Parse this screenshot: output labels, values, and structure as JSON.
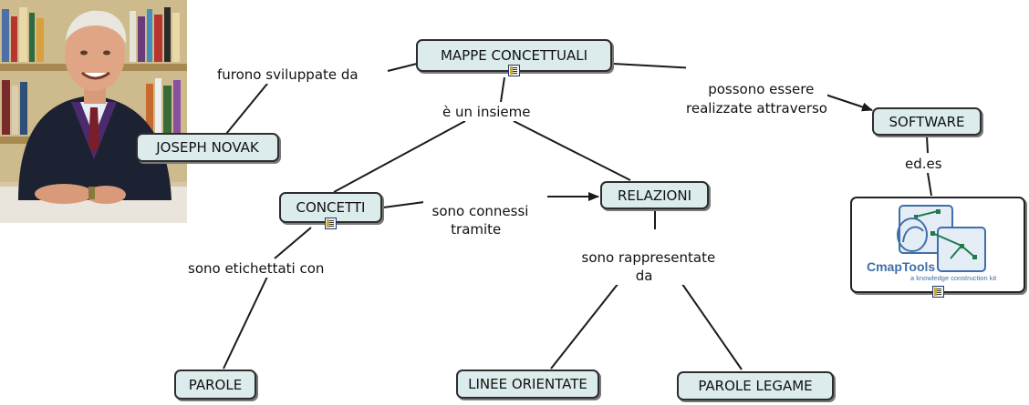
{
  "concepts": {
    "mappe": "MAPPE CONCETTUALI",
    "novak": "JOSEPH NOVAK",
    "software": "SOFTWARE",
    "concetti": "CONCETTI",
    "relazioni": "RELAZIONI",
    "parole": "PAROLE",
    "linee": "LINEE ORIENTATE",
    "legame": "PAROLE LEGAME"
  },
  "links": {
    "furono": "furono sviluppate da",
    "possono": "possono essere\nrealizzate attraverso",
    "insieme": "è un insieme",
    "connessi": "sono connessi\ntramite",
    "edes": "ed.es",
    "etichettati": "sono etichettati con",
    "rappresentate": "sono rappresentate\nda"
  },
  "cmaptools": {
    "title": "CmapTools",
    "tagline": "a knowledge construction kit"
  },
  "colors": {
    "node_fill": "#dcecec",
    "node_border": "#2d2d2d",
    "line": "#1a1a1a",
    "logo_blue": "#3f6fa8",
    "logo_green": "#1f7a4a"
  },
  "icons": [
    "document-icon",
    "cmaptools-logo"
  ]
}
